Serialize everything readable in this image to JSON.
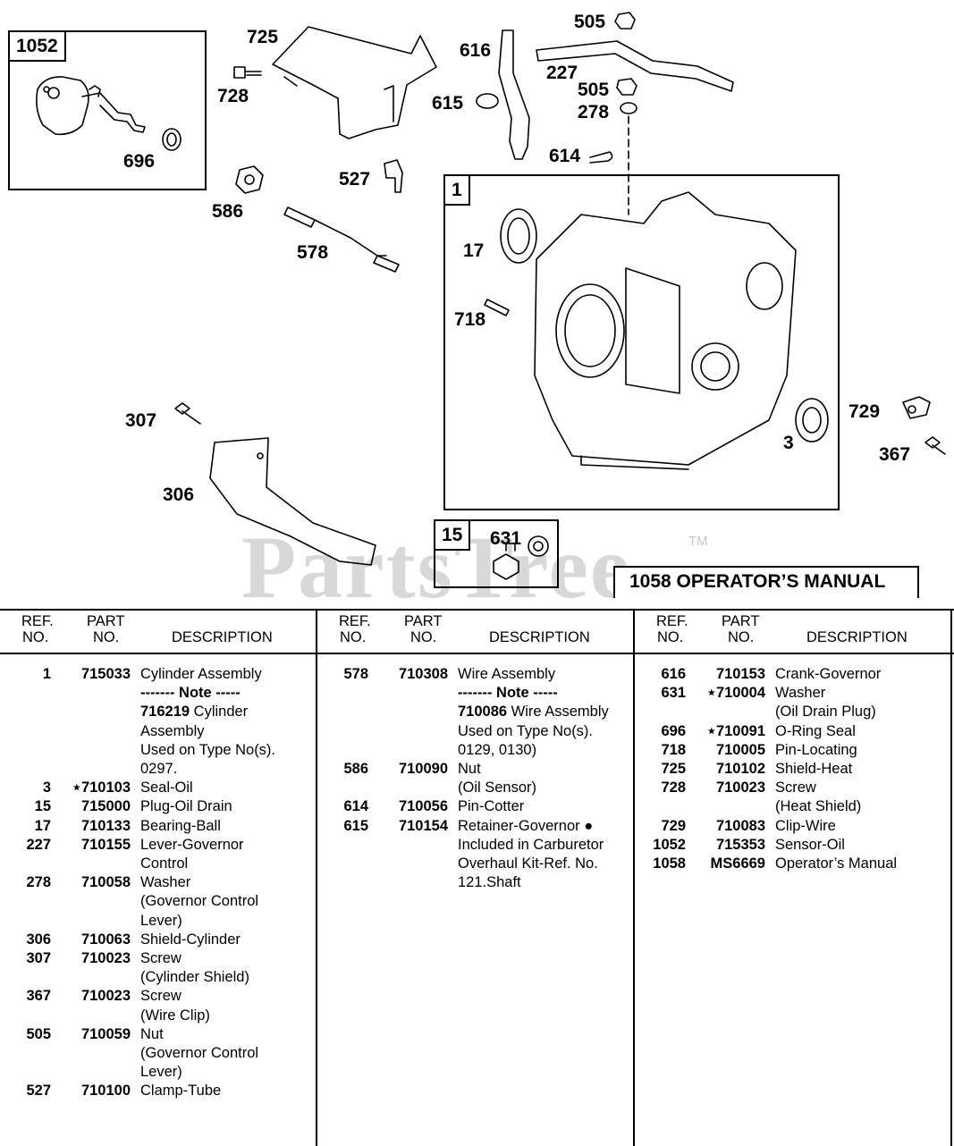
{
  "callouts": [
    {
      "id": "1052",
      "x": 0,
      "y": 0
    },
    {
      "id": "725"
    },
    {
      "id": "728"
    },
    {
      "id": "696"
    },
    {
      "id": "616"
    },
    {
      "id": "615"
    },
    {
      "id": "505a"
    },
    {
      "id": "227"
    },
    {
      "id": "505b"
    },
    {
      "id": "278"
    },
    {
      "id": "614"
    },
    {
      "id": "527"
    },
    {
      "id": "586"
    },
    {
      "id": "578"
    },
    {
      "id": "1"
    },
    {
      "id": "17"
    },
    {
      "id": "718"
    },
    {
      "id": "729"
    },
    {
      "id": "3"
    },
    {
      "id": "367"
    },
    {
      "id": "307"
    },
    {
      "id": "306"
    },
    {
      "id": "15"
    },
    {
      "id": "631"
    }
  ],
  "labels": {
    "l1052": "1052",
    "l725": "725",
    "l728": "728",
    "l696": "696",
    "l616": "616",
    "l615": "615",
    "l505a": "505",
    "l227": "227",
    "l505b": "505",
    "l278": "278",
    "l614": "614",
    "l527": "527",
    "l586": "586",
    "l578": "578",
    "l1": "1",
    "l17": "17",
    "l718": "718",
    "l729": "729",
    "l3": "3",
    "l367": "367",
    "l307": "307",
    "l306": "306",
    "l15": "15",
    "l631": "631"
  },
  "watermark": "PartsTree",
  "trademark": "TM",
  "manual_label": "1058 OPERATOR’S MANUAL",
  "table": {
    "headers": {
      "ref": "REF.",
      "ref2": "NO.",
      "part": "PART",
      "part2": "NO.",
      "desc": "DESCRIPTION"
    },
    "columns": [
      [
        {
          "ref": "1",
          "part": "715033",
          "lines": [
            "Cylinder Assembly"
          ]
        },
        {
          "ref": "",
          "part": "",
          "lines": [
            "------- Note -----"
          ],
          "bold": true
        },
        {
          "ref": "",
          "part": "",
          "lines": [
            "716219 Cylinder"
          ],
          "boldprefix": "716219"
        },
        {
          "ref": "",
          "part": "",
          "lines": [
            "Assembly",
            "Used on Type No(s).",
            "0297."
          ]
        },
        {
          "ref": "3",
          "part": "⋆710103",
          "lines": [
            "Seal-Oil"
          ]
        },
        {
          "ref": "15",
          "part": "715000",
          "lines": [
            "Plug-Oil Drain"
          ]
        },
        {
          "ref": "17",
          "part": "710133",
          "lines": [
            "Bearing-Ball"
          ]
        },
        {
          "ref": "227",
          "part": "710155",
          "lines": [
            "Lever-Governor",
            "Control"
          ]
        },
        {
          "ref": "278",
          "part": "710058",
          "lines": [
            "Washer",
            "(Governor Control",
            "Lever)"
          ]
        },
        {
          "ref": "306",
          "part": "710063",
          "lines": [
            "Shield-Cylinder"
          ]
        },
        {
          "ref": "307",
          "part": "710023",
          "lines": [
            "Screw",
            "(Cylinder Shield)"
          ]
        },
        {
          "ref": "367",
          "part": "710023",
          "lines": [
            "Screw",
            "(Wire Clip)"
          ]
        },
        {
          "ref": "505",
          "part": "710059",
          "lines": [
            "Nut",
            "(Governor Control",
            "Lever)"
          ]
        },
        {
          "ref": "527",
          "part": "710100",
          "lines": [
            "Clamp-Tube"
          ]
        }
      ],
      [
        {
          "ref": "578",
          "part": "710308",
          "lines": [
            "Wire Assembly"
          ]
        },
        {
          "ref": "",
          "part": "",
          "lines": [
            "------- Note -----"
          ],
          "bold": true
        },
        {
          "ref": "",
          "part": "",
          "lines": [
            "710086 Wire Assembly"
          ],
          "boldprefix": "710086"
        },
        {
          "ref": "",
          "part": "",
          "lines": [
            "Used on Type No(s).",
            "0129, 0130)"
          ]
        },
        {
          "ref": "586",
          "part": "710090",
          "lines": [
            "Nut",
            "(Oil Sensor)"
          ]
        },
        {
          "ref": "614",
          "part": "710056",
          "lines": [
            "Pin-Cotter"
          ]
        },
        {
          "ref": "615",
          "part": "710154",
          "lines": [
            "Retainer-Governor ●",
            "Included in Carburetor",
            "Overhaul Kit-Ref. No.",
            "121.Shaft"
          ]
        }
      ],
      [
        {
          "ref": "616",
          "part": "710153",
          "lines": [
            "Crank-Governor"
          ]
        },
        {
          "ref": "631",
          "part": "⋆710004",
          "lines": [
            "Washer",
            "(Oil Drain Plug)"
          ]
        },
        {
          "ref": "696",
          "part": "⋆710091",
          "lines": [
            "O-Ring Seal"
          ]
        },
        {
          "ref": "718",
          "part": "710005",
          "lines": [
            "Pin-Locating"
          ]
        },
        {
          "ref": "725",
          "part": "710102",
          "lines": [
            "Shield-Heat"
          ]
        },
        {
          "ref": "728",
          "part": "710023",
          "lines": [
            "Screw",
            "(Heat Shield)"
          ]
        },
        {
          "ref": "729",
          "part": "710083",
          "lines": [
            "Clip-Wire"
          ]
        },
        {
          "ref": "1052",
          "part": "715353",
          "lines": [
            "Sensor-Oil"
          ]
        },
        {
          "ref": "1058",
          "part": "MS6669",
          "lines": [
            "Operator’s Manual"
          ]
        }
      ]
    ]
  }
}
